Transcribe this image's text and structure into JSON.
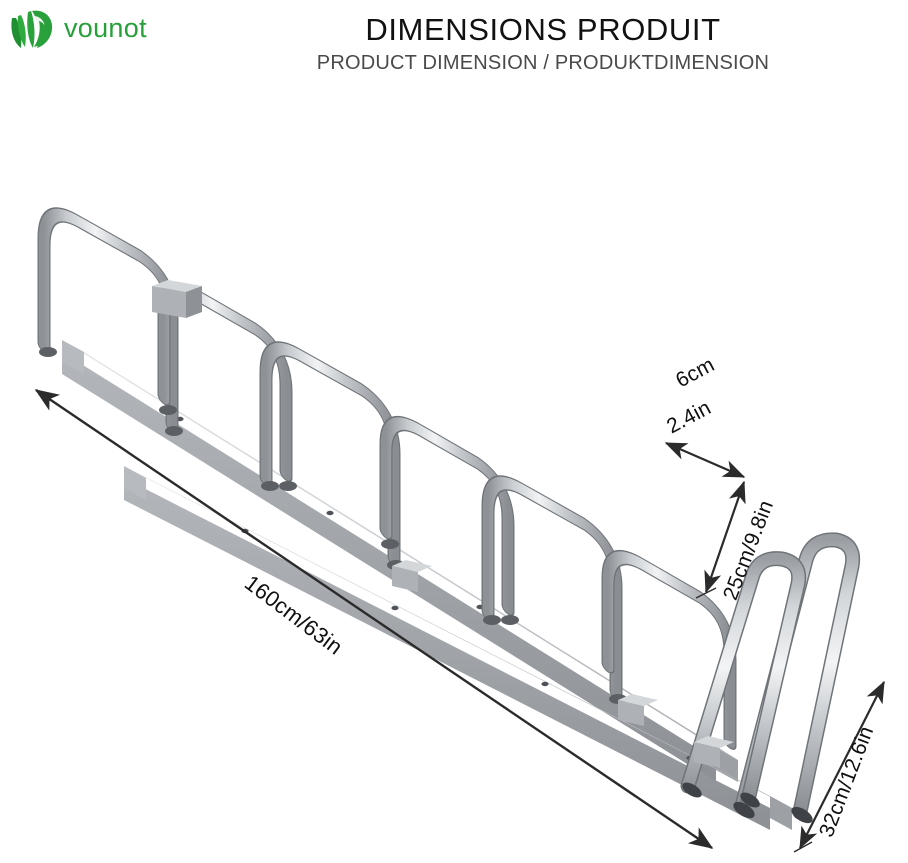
{
  "brand": {
    "name": "vounot",
    "logo_icon": "leaf-logo-icon",
    "color": "#27a03a"
  },
  "header": {
    "title": "DIMENSIONS PRODUIT",
    "subtitle": "PRODUCT DIMENSION / PRODUKTDIMENSION"
  },
  "product": {
    "name": "bicycle-floor-rack",
    "icon": "bike-rack-illustration",
    "metal_color": "#b9bdc1",
    "slots": 5
  },
  "dimensions": {
    "length": "160cm/63in",
    "depth_cm": "6cm",
    "depth_in": "2.4in",
    "height": "25cm/9.8in",
    "width": "32cm/12.6in"
  },
  "colors": {
    "background": "#ffffff",
    "text": "#111111",
    "subtitle_text": "#4a4a4a",
    "arrow": "#2b2b2b"
  }
}
